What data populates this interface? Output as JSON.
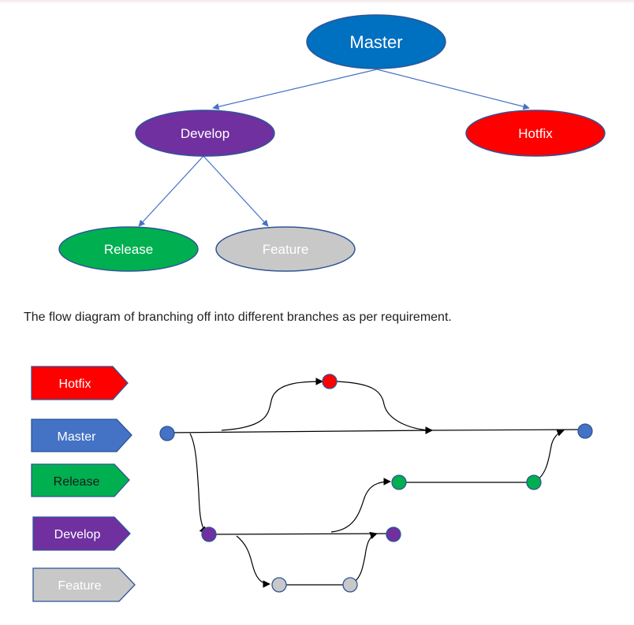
{
  "tree": {
    "master": "Master",
    "develop": "Develop",
    "hotfix": "Hotfix",
    "release": "Release",
    "feature": "Feature"
  },
  "caption": "The flow diagram of branching off into different branches as per requirement.",
  "legend": {
    "hotfix": "Hotfix",
    "master": "Master",
    "release": "Release",
    "develop": "Develop",
    "feature": "Feature"
  },
  "colors": {
    "master": "#0070c0",
    "legend_master": "#4472c4",
    "develop": "#7030a0",
    "hotfix": "#ff0000",
    "release": "#00b050",
    "feature": "#c0c0c0",
    "outline": "#2f5597",
    "arrow": "#4472c4",
    "flow": "#000000"
  }
}
